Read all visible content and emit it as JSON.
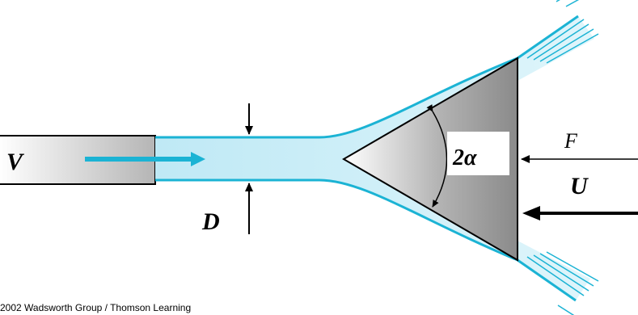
{
  "labels": {
    "velocity": "V",
    "diameter": "D",
    "angle": "2α",
    "force": "F",
    "cone_velocity": "U"
  },
  "credit": "2002 Wadsworth Group / Thomson Learning",
  "colors": {
    "water_fill": "#c9edf7",
    "water_edge": "#1bb3d4",
    "arrow_in": "#1bb3d4",
    "cone_fill": "#9e9e9e",
    "pipe_fill": "#d8d8d8",
    "ink": "#000000"
  }
}
